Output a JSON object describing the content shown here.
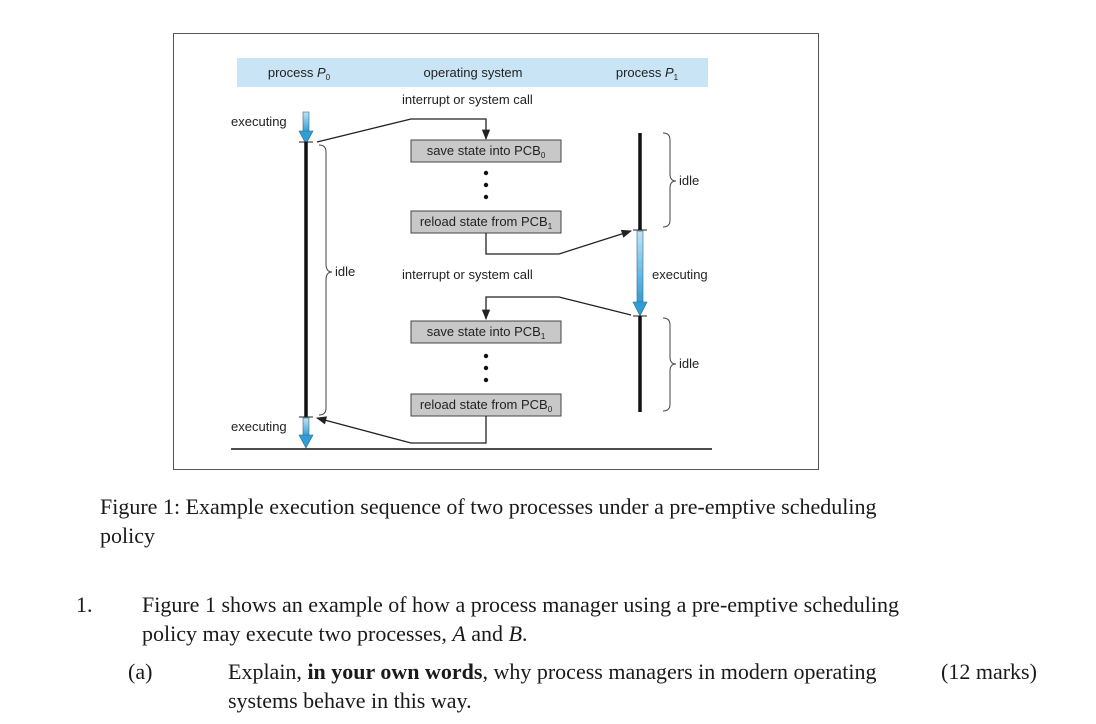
{
  "diagram": {
    "columns": {
      "p0_prefix": "process ",
      "p0_letter": "P",
      "p0_sub": "0",
      "os": "operating system",
      "p1_prefix": "process ",
      "p1_letter": "P",
      "p1_sub": "1"
    },
    "labels": {
      "interrupt_1": "interrupt or system call",
      "interrupt_2": "interrupt or system call",
      "p0_executing_top": "executing",
      "p0_executing_bottom": "executing",
      "p0_idle": "idle",
      "p1_idle_top": "idle",
      "p1_executing": "executing",
      "p1_idle_bottom": "idle"
    },
    "boxes": {
      "save_pcb0_text": "save state into PCB",
      "save_pcb0_sub": "0",
      "reload_pcb1_text": "reload state from PCB",
      "reload_pcb1_sub": "1",
      "save_pcb1_text": "save state into PCB",
      "save_pcb1_sub": "1",
      "reload_pcb0_text": "reload state from PCB",
      "reload_pcb0_sub": "0"
    },
    "colors": {
      "header_band": "#c9e4f5",
      "box_fill": "#c8c8c8",
      "exec_arrow": "#3aa6d8"
    }
  },
  "caption": {
    "prefix": "Figure 1: ",
    "text": "Example execution sequence of two processes under a pre-emptive scheduling policy"
  },
  "question": {
    "number": "1.",
    "text_part1": "Figure 1 shows an example of how a process manager using a pre-emptive scheduling policy may execute two processes, ",
    "var_a": "A",
    "text_and": " and ",
    "var_b": "B",
    "text_end": ".",
    "sub": {
      "label": "(a)",
      "text_part1": "Explain, ",
      "bold": "in your own words",
      "text_part2": ", why process managers in modern operating systems behave in this way.",
      "marks": "(12 marks)"
    }
  }
}
